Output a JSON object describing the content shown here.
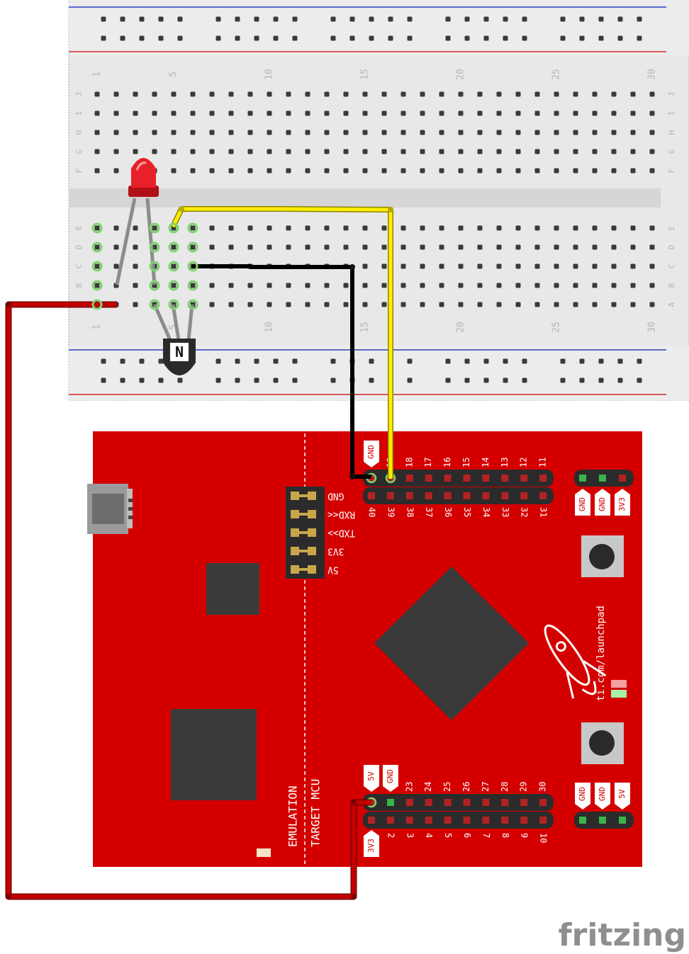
{
  "breadboard": {
    "columns_top": [
      "1",
      "5",
      "10",
      "15",
      "20",
      "25",
      "30"
    ],
    "columns_bottom": [
      "1",
      "5",
      "10",
      "15",
      "20",
      "25",
      "30"
    ],
    "rows_upper": [
      "J",
      "I",
      "H",
      "G",
      "F"
    ],
    "rows_lower": [
      "E",
      "D",
      "C",
      "B",
      "A"
    ]
  },
  "transistor": {
    "label": "N"
  },
  "board": {
    "top_header_label": "GND",
    "top_header_pins_upper": [
      "19",
      "18",
      "17",
      "16",
      "15",
      "14",
      "13",
      "12",
      "11"
    ],
    "top_header_pins_lower": [
      "40",
      "39",
      "38",
      "37",
      "36",
      "35",
      "34",
      "33",
      "32",
      "31"
    ],
    "top_right_labels": [
      "GND",
      "GND",
      "3V3"
    ],
    "uart_labels": [
      "GND",
      "RXD<<",
      "TXD>>",
      "3V3",
      "5V"
    ],
    "emulation_label": "EMULATION",
    "target_label": "TARGET MCU",
    "url_text": "ti.com/launchpad",
    "bottom_header_labels": [
      "5V",
      "GND"
    ],
    "bottom_header_pins_upper": [
      "23",
      "24",
      "25",
      "26",
      "27",
      "28",
      "29",
      "30"
    ],
    "bottom_header_pins_lower": [
      "2",
      "3",
      "4",
      "5",
      "6",
      "7",
      "8",
      "9",
      "10"
    ],
    "bottom_left_label": "3V3",
    "bottom_right_labels": [
      "GND",
      "GND",
      "5V"
    ]
  },
  "watermark": "fritzing",
  "colors": {
    "board_red": "#d40000",
    "wire_red": "#c30000",
    "wire_black": "#000000",
    "wire_yellow": "#ffee00",
    "led_red": "#e8202a",
    "breadboard_bg": "#e8e8e8",
    "rail_red": "#d0262b",
    "rail_blue": "#2c3ebd"
  }
}
